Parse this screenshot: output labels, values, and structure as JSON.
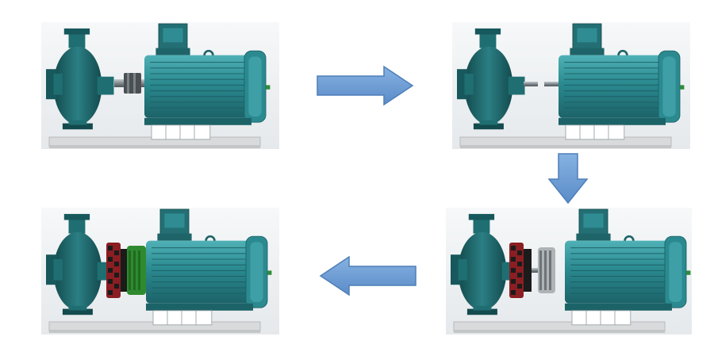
{
  "colors": {
    "background": "#ffffff",
    "panel_bg": "#eef1f3",
    "base_plate": "#d9dadb",
    "base_edge": "#b8babc",
    "pump_teal": "#1f6e72",
    "pump_dark": "#134a4d",
    "motor_teal": "#2a8a90",
    "motor_light": "#4fb1b6",
    "motor_dark": "#1c6368",
    "shaft_gray": "#8d969c",
    "coupling_dark": "#4a4f53",
    "flex_red": "#8b1e22",
    "flex_black": "#1b1b1b",
    "flex_green": "#2f8a2f",
    "support_white": "#ffffff",
    "arrow_blue": "#6e9fd6",
    "arrow_edge": "#4f7fb8",
    "terminal_green": "#2e8b3d"
  },
  "panels": [
    {
      "id": "step-1",
      "state": "assembled-rigid-coupling"
    },
    {
      "id": "step-2",
      "state": "disassembled"
    },
    {
      "id": "step-3",
      "state": "flexible-coupling-exploded"
    },
    {
      "id": "step-4",
      "state": "flexible-coupling-assembled"
    }
  ],
  "icons": {
    "flow_arrow": "block-arrow-icon",
    "pump": "centrifugal-pump-icon",
    "motor": "electric-motor-icon",
    "coupling": "coupling-icon"
  }
}
